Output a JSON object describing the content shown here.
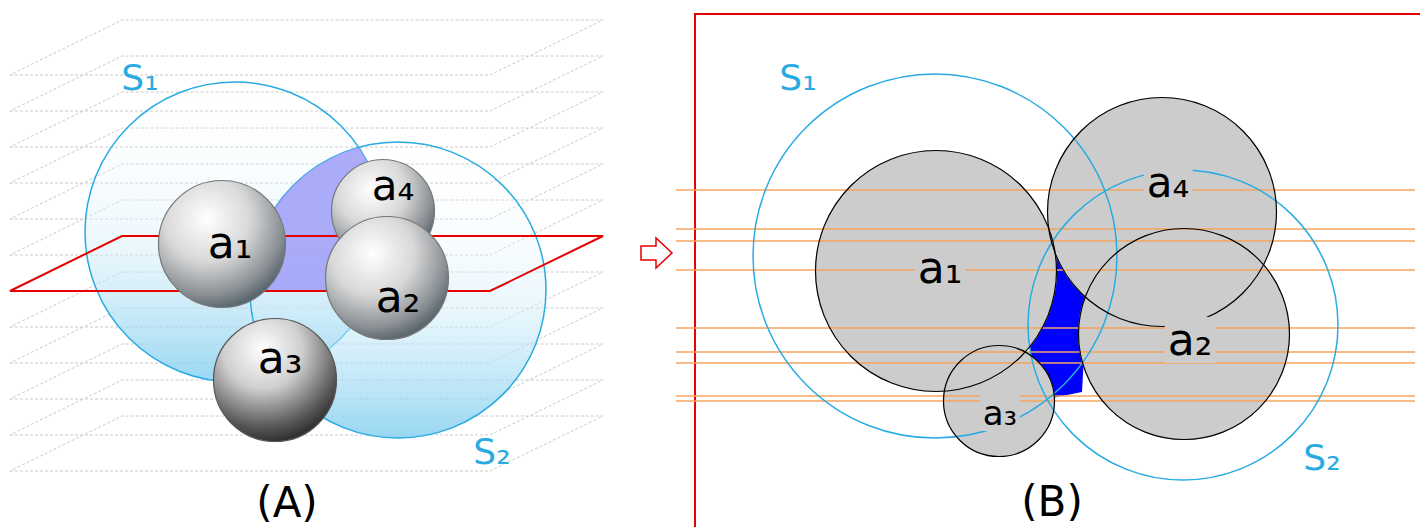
{
  "diagram": {
    "nodes": [
      {
        "text": [
          "a₄"
        ]
      },
      {
        "text": [
          "a₁"
        ]
      },
      {
        "text": [
          "a₂"
        ]
      },
      {
        "text": [
          "a₃"
        ]
      },
      {
        "text": [
          "a₄"
        ]
      },
      {
        "text": [
          "a₁"
        ]
      },
      {
        "text": [
          "a₂"
        ]
      },
      {
        "text": [
          "a₃"
        ]
      }
    ],
    "labels": [
      "S₁",
      "S₂",
      "(A)",
      "S₁",
      "S₂",
      "(B)"
    ]
  }
}
